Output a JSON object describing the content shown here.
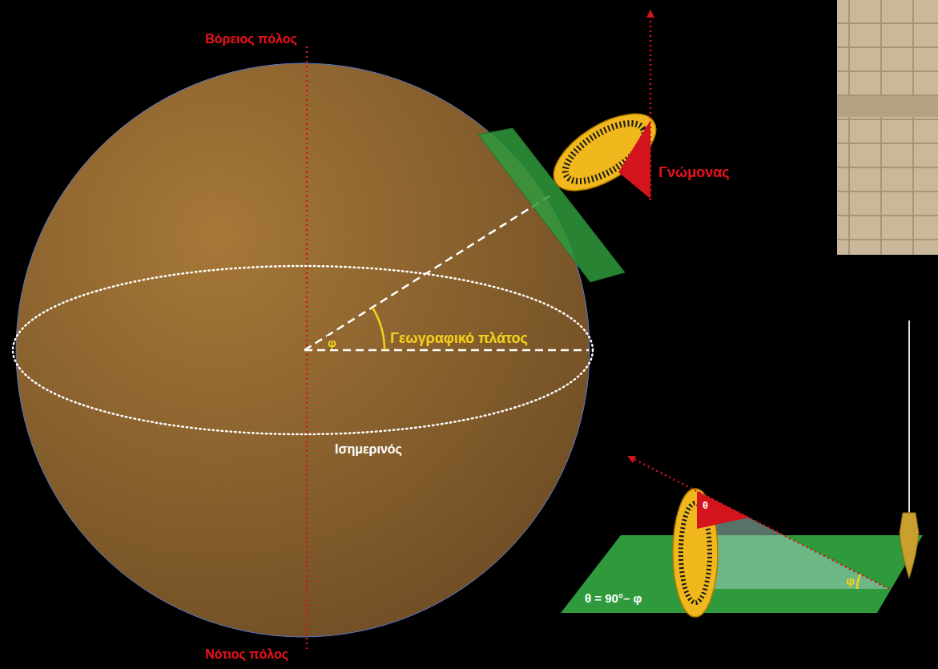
{
  "diagram": {
    "labels": [
      "Βόρειος πόλος",
      "Γνώμονας",
      "φ",
      "Γεωγραφικό πλάτος",
      "Ισημερινός",
      "θ",
      "φ",
      "θ = 90°– φ",
      "Νότιος πόλος"
    ]
  }
}
